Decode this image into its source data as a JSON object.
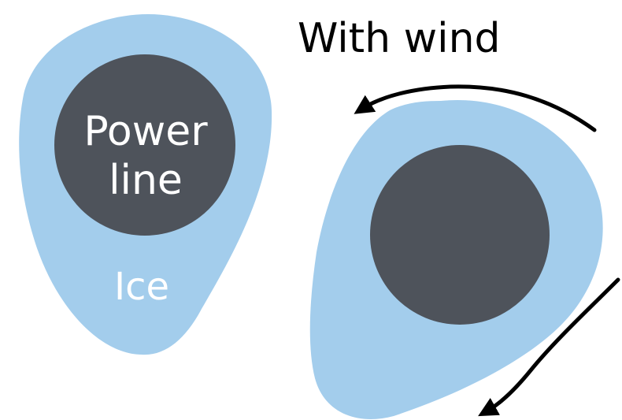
{
  "labels": {
    "conductor": "Power line",
    "conductor_line1": "Power",
    "conductor_line2": "line",
    "ice": "Ice",
    "wind": "With wind"
  },
  "colors": {
    "ice": "#a3cdec",
    "conductor": "#4e535b",
    "arrow": "#000000",
    "text_light": "#ffffff",
    "text_dark": "#000000",
    "background": "#ffffff"
  }
}
